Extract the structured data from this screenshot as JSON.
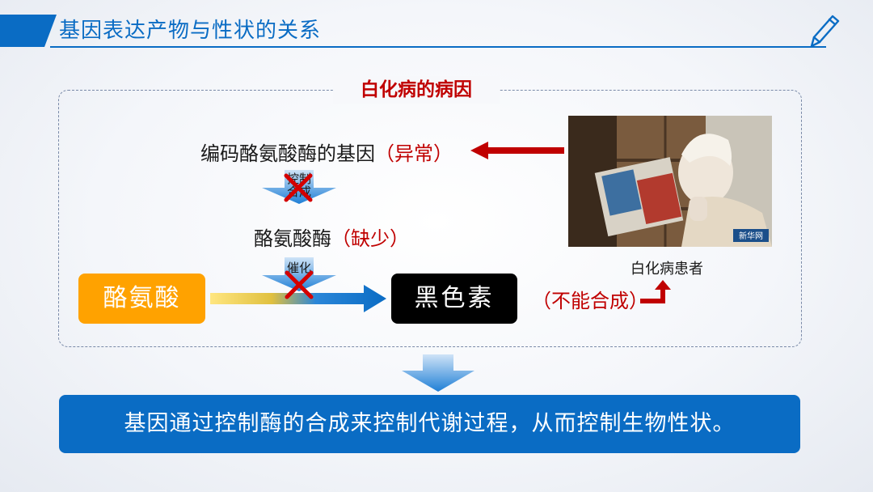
{
  "header": {
    "title": "基因表达产物与性状的关系"
  },
  "section": {
    "title": "白化病的病因"
  },
  "diagram": {
    "gene_text": "编码酪氨酸酶的基因",
    "gene_note": "（异常）",
    "arrow1_label_top": "控制",
    "arrow1_label_bottom": "合成",
    "enzyme_text": "酪氨酸酶",
    "enzyme_note": "（缺少）",
    "arrow2_label": "催化",
    "substrate": "酪氨酸",
    "product": "黑色素",
    "product_note": "（不能合成）"
  },
  "photo": {
    "caption": "白化病患者",
    "watermark": "新华网"
  },
  "conclusion": "基因通过控制酶的合成来控制代谢过程，从而控制生物性状。",
  "colors": {
    "primary_blue": "#0a6cc4",
    "emphasis_red": "#c00000",
    "substrate_orange": "#ffa200",
    "product_black": "#000000"
  }
}
